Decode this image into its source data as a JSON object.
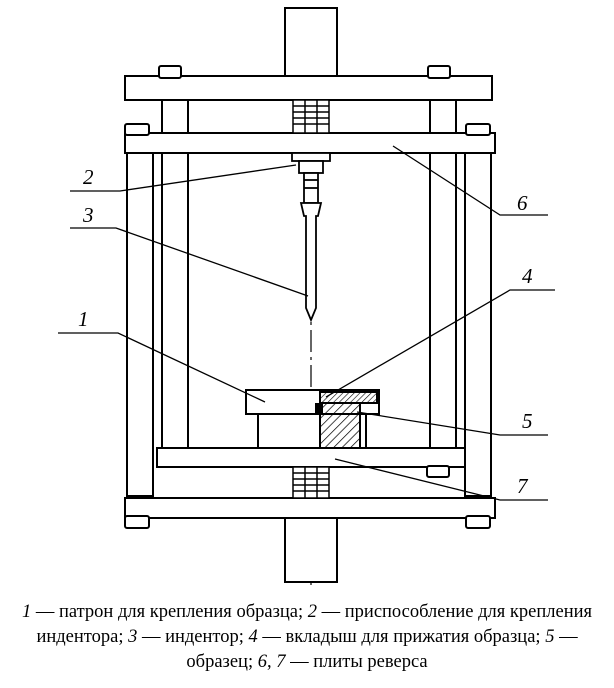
{
  "callouts": {
    "c1": "1",
    "c2": "2",
    "c3": "3",
    "c4": "4",
    "c5": "5",
    "c6": "6",
    "c7": "7"
  },
  "caption": {
    "items": [
      {
        "num": "1",
        "text": " — патрон для крепления образца; "
      },
      {
        "num": "2",
        "text": " — приспособление для крепления индентора; "
      },
      {
        "num": "3",
        "text": " — индентор; "
      },
      {
        "num": "4",
        "text": " — вкладыш для прижатия образца; "
      },
      {
        "num": "5",
        "text": " — образец; "
      },
      {
        "num": "6",
        "text": ", "
      },
      {
        "num": "7",
        "text": " — плиты реверса"
      }
    ]
  },
  "colors": {
    "line": "#000000",
    "background": "#ffffff"
  }
}
